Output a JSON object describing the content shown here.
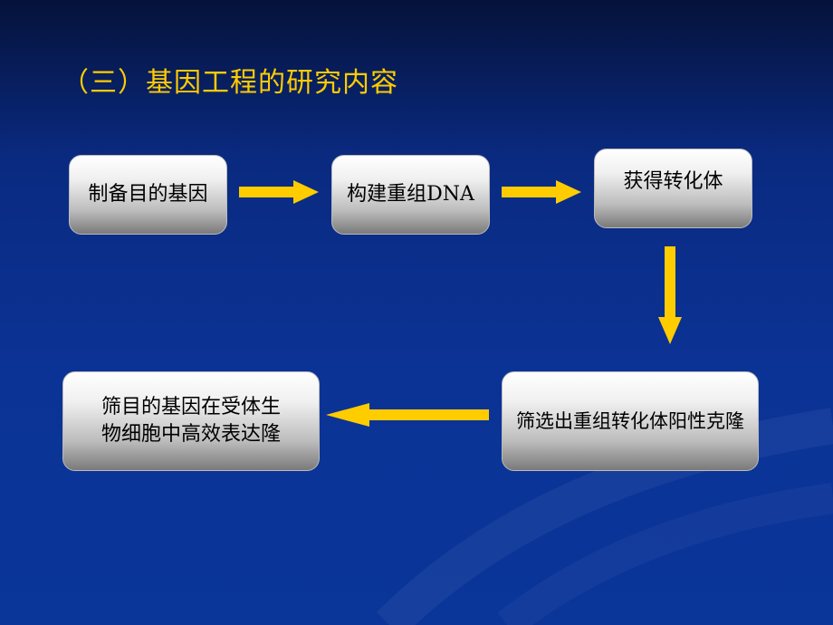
{
  "title": "（三）基因工程的研究内容",
  "steps": [
    "制备目的基因",
    "构建重组DNA",
    "获得转化体",
    "筛选出重组转化体阳性克隆",
    "筛目的基因在受体生物细胞中高效表达隆"
  ],
  "colors": {
    "arrow": "#ffcc00",
    "title": "#ffcc00"
  }
}
